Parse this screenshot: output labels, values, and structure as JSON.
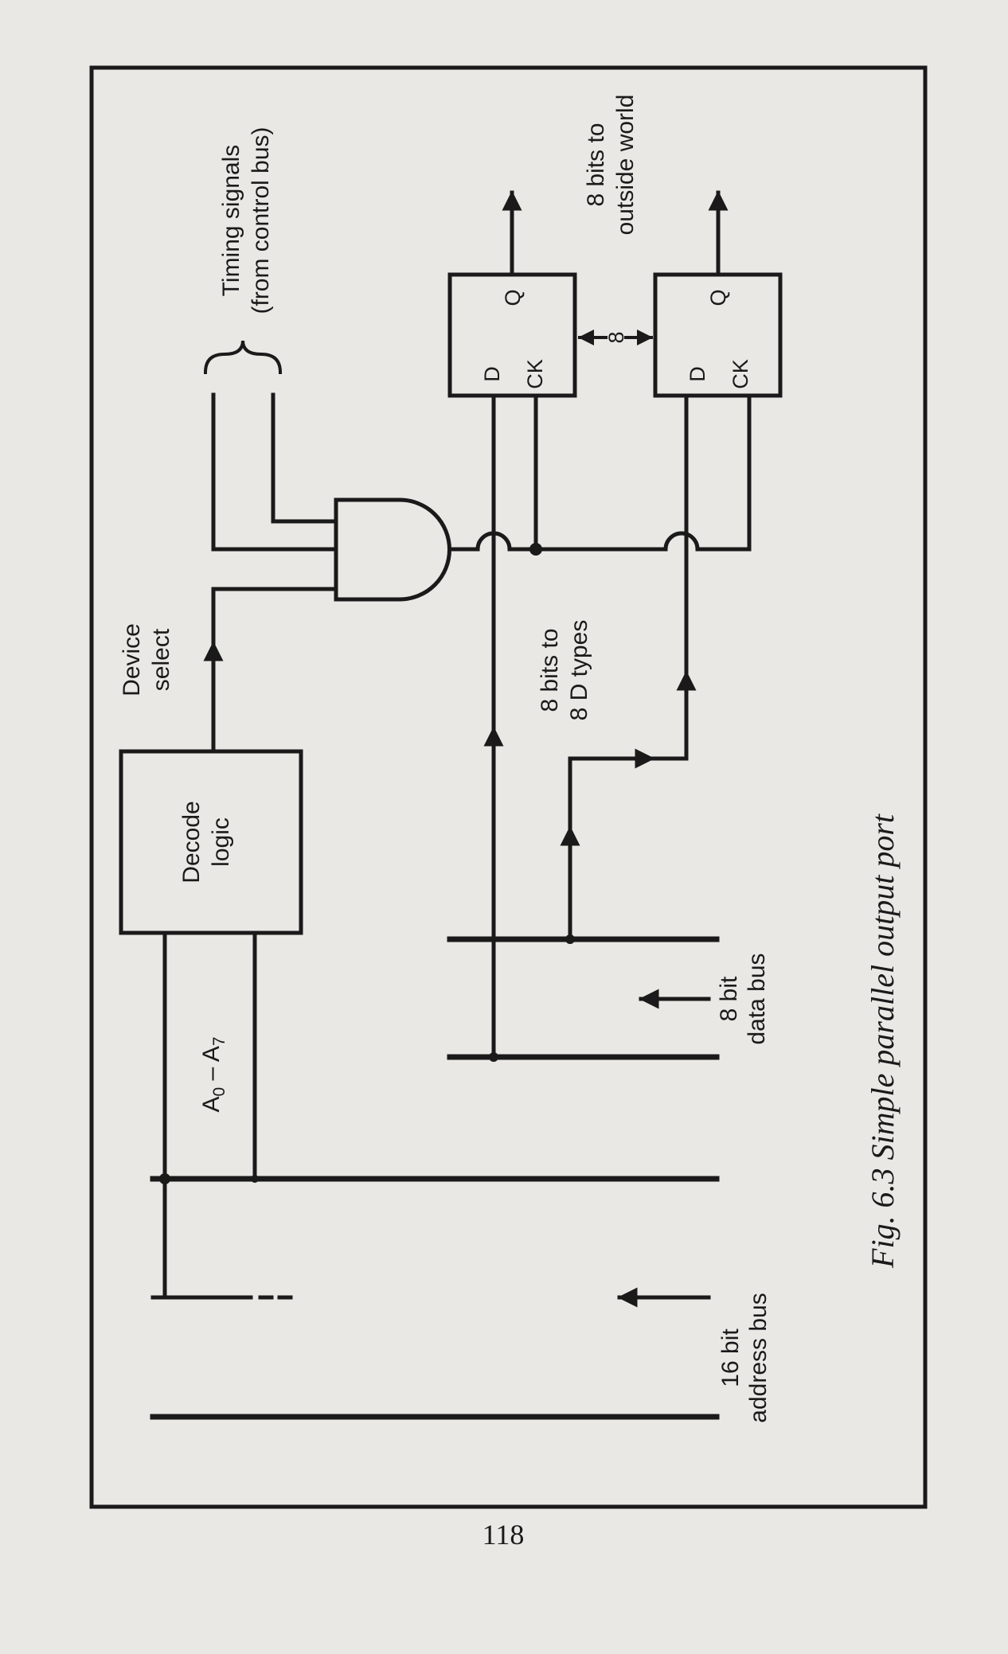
{
  "figure": {
    "caption": "Fig. 6.3 Simple parallel output port",
    "page_number": "118"
  },
  "blocks": {
    "decode": {
      "line1": "Decode",
      "line2": "logic"
    },
    "latch_top": {
      "d": "D",
      "ck": "CK",
      "q": "Q"
    },
    "latch_bottom": {
      "d": "D",
      "ck": "CK",
      "q": "Q"
    },
    "between_latches": "8"
  },
  "labels": {
    "device_select": {
      "line1": "Device",
      "line2": "select"
    },
    "timing": {
      "line1": "Timing signals",
      "line2": "(from control bus)"
    },
    "outputs": {
      "line1": "8 bits to",
      "line2": "outside world"
    },
    "to_dtypes": {
      "line1": "8 bits to",
      "line2": "8 D types"
    },
    "data_bus": {
      "line1": "8 bit",
      "line2": "data bus"
    },
    "address_bus": {
      "line1": "16 bit",
      "line2": "address bus"
    },
    "address_lines": {
      "a": "A",
      "sub0": "0",
      "dash": " – A",
      "sub7": "7"
    }
  }
}
